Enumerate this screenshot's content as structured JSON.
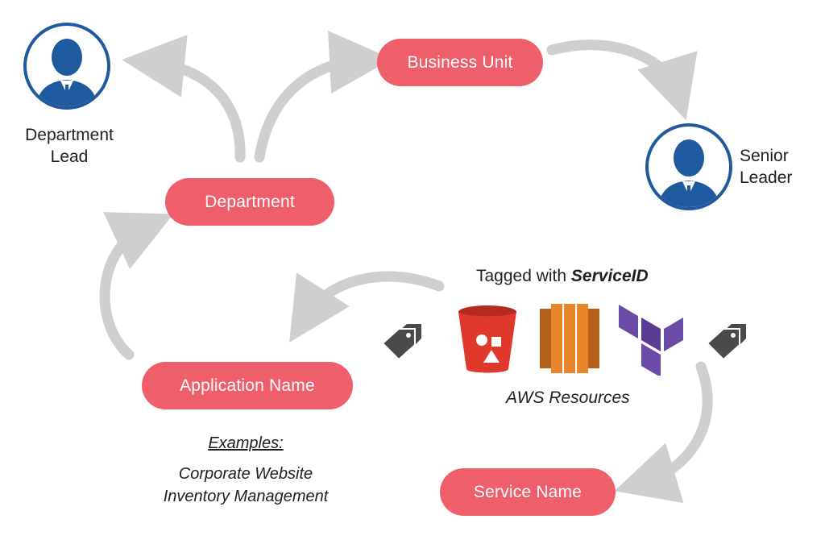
{
  "nodes": {
    "business_unit": "Business Unit",
    "department": "Department",
    "application_name": "Application Name",
    "service_name": "Service Name"
  },
  "people": {
    "department_lead": [
      "Department",
      "Lead"
    ],
    "senior_leader": [
      "Senior",
      "Leader"
    ]
  },
  "resources": {
    "tagged_prefix": "Tagged with ",
    "tagged_key": "ServiceID",
    "caption": "AWS Resources",
    "icons": [
      "s3-bucket-icon",
      "ec2-icon",
      "terraform-icon"
    ]
  },
  "examples": {
    "heading": "Examples:",
    "items": [
      "Corporate Website",
      "Inventory Management"
    ]
  },
  "colors": {
    "pill": "#ef5e6b",
    "avatar": "#1f5a9e",
    "arrow": "#cfcfcf",
    "tag": "#4a4a4a",
    "s3": "#e0392b",
    "ec2": "#e8842a",
    "terraform": "#6b4aa8"
  }
}
